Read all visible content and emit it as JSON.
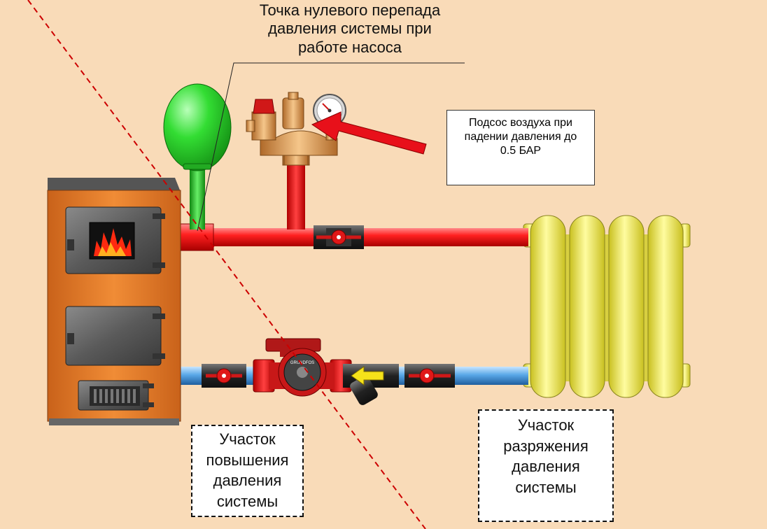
{
  "title": {
    "lines": [
      "Точка нулевого перепада",
      "давления системы при",
      "работе насоса"
    ]
  },
  "air_note": {
    "lines": [
      "Подсос воздуха при",
      "падении давления до",
      "0.5 БАР"
    ]
  },
  "zone_increase": {
    "lines": [
      "Участок",
      "повышения",
      "давления",
      "системы"
    ]
  },
  "zone_decrease": {
    "lines": [
      "Участок",
      "разряжения",
      "давления",
      "системы"
    ]
  },
  "pump_brand": "GRUNDFOS",
  "colors": {
    "background": "#f9dbb8",
    "supply_pipe": "#e8101a",
    "return_pipe": "#5aa8e8",
    "expansion_tank": "#33dd33",
    "boiler": "#e37e2a",
    "radiator": "#f5f06a",
    "arrow": "#e8101a",
    "flow_arrow": "#f5e21a",
    "divider_line": "#cc0000"
  },
  "icons": [
    "boiler",
    "expansion-tank",
    "safety-group",
    "pressure-gauge",
    "safety-valve",
    "air-vent",
    "ball-valve",
    "circulation-pump",
    "strainer-filter",
    "radiator",
    "flow-arrow"
  ]
}
